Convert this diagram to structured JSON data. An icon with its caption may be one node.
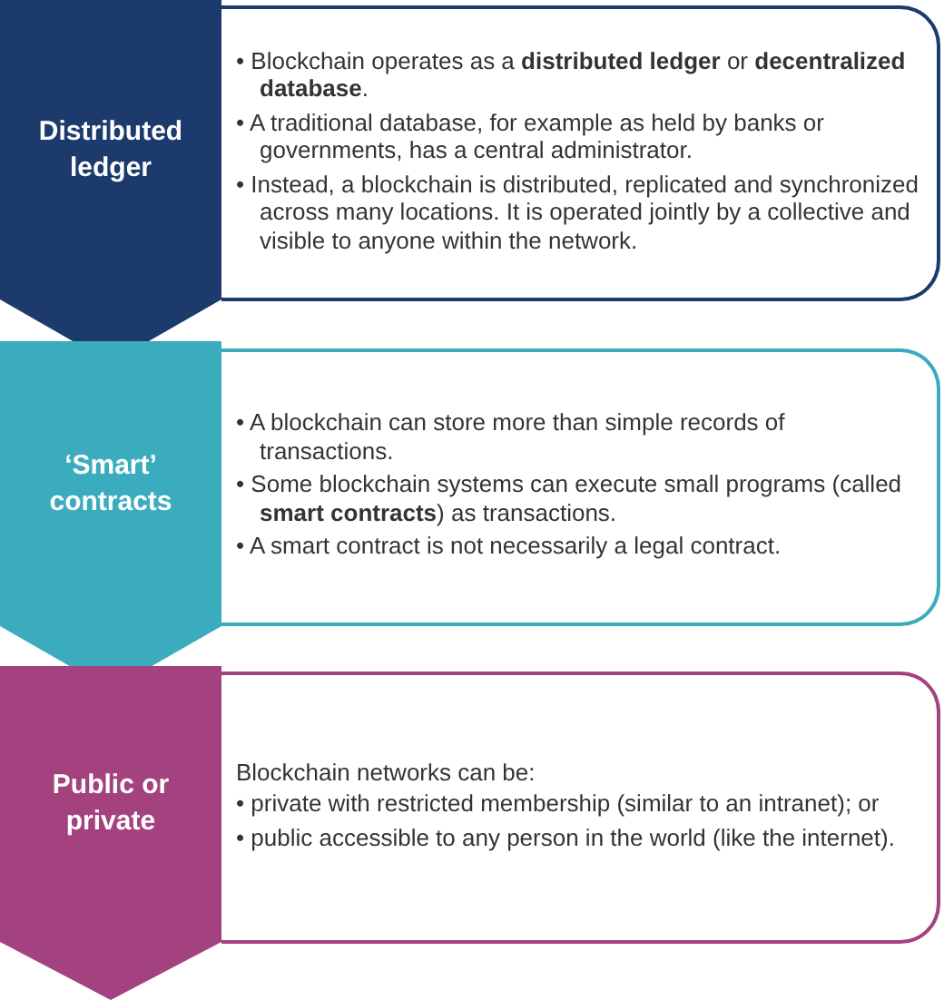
{
  "diagram": {
    "nodes": [
      {
        "text": [
          "Distributed ledger"
        ]
      },
      {
        "text": [
          "• Blockchain operates as a **distributed ledger** or **decentralized database**.",
          "• A traditional database, for example as held by banks or governments, has a central administrator.",
          "• Instead, a blockchain is distributed, replicated and synchronized across many locations. It is operated jointly by a collective and visible to anyone within the network."
        ]
      },
      {
        "text": [
          "‘Smart’ contracts"
        ]
      },
      {
        "text": [
          "• A blockchain can store more than simple records of transactions.",
          "• Some blockchain systems can execute small programs (called **smart contracts**) as transactions.",
          "• A smart contract is not necessarily a legal contract."
        ]
      },
      {
        "text": [
          "Public or private"
        ]
      },
      {
        "text": [
          "Blockchain networks can be:",
          "• private with restricted membership (similar to an intranet); or",
          "• public accessible to any person in the world (like the internet)."
        ]
      }
    ]
  }
}
